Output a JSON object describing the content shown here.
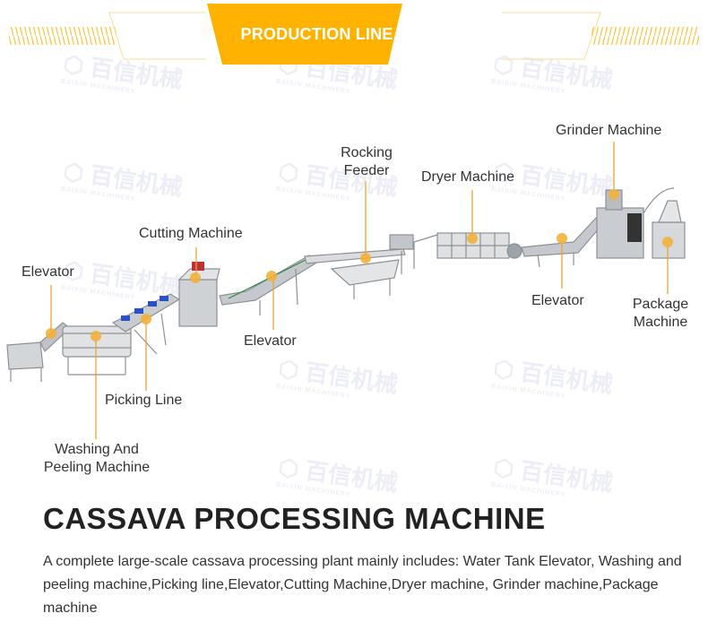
{
  "banner": {
    "title": "PRODUCTION LINE DISPLAY",
    "accent": "#FFB300"
  },
  "watermark": "百信机械 BAIXIN MACHINERY",
  "labels": {
    "elevator1": "Elevator",
    "washing": [
      "Washing And",
      "Peeling Machine"
    ],
    "picking": "Picking Line",
    "cutting": "Cutting Machine",
    "elevator2": "Elevator",
    "rocking": [
      "Rocking",
      "Feeder"
    ],
    "dryer": "Dryer Machine",
    "grinder": "Grinder Machine",
    "elevator3": "Elevator",
    "package": [
      "Package",
      "Machine"
    ]
  },
  "heading": "CASSAVA PROCESSING MACHINE",
  "description": "A complete large-scale cassava processing plant mainly includes: Water Tank Elevator, Washing and peeling machine,Picking line,Elevator,Cutting Machine,Dryer machine, Grinder machine,Package machine"
}
